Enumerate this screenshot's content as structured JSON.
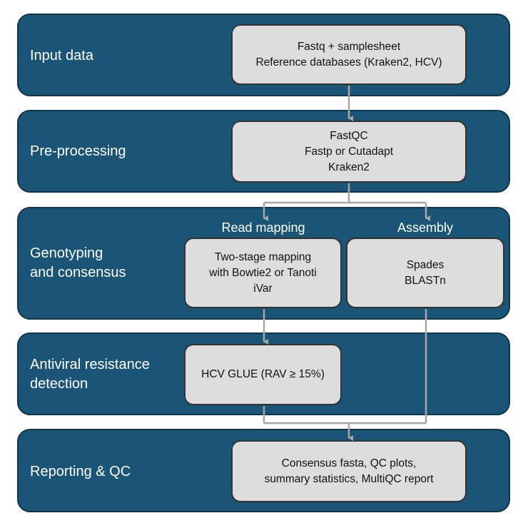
{
  "stages": {
    "input": {
      "label": "Input data",
      "box": "Fastq + samplesheet\nReference databases (Kraken2, HCV)"
    },
    "preprocessing": {
      "label": "Pre-processing",
      "box": "FastQC\nFastp or Cutadapt\nKraken2"
    },
    "genotyping": {
      "label": "Genotyping\nand consensus",
      "read_mapping": {
        "heading": "Read mapping",
        "box": "Two-stage mapping\nwith Bowtie2 or Tanoti\niVar"
      },
      "assembly": {
        "heading": "Assembly",
        "box": "Spades\nBLASTn"
      }
    },
    "resistance": {
      "label": "Antiviral resistance\ndetection",
      "box": "HCV GLUE (RAV ≥ 15%)"
    },
    "reporting": {
      "label": "Reporting & QC",
      "box": "Consensus fasta, QC plots,\nsummary statistics, MultiQC report"
    }
  },
  "colors": {
    "stage_fill": "#1a5577",
    "stage_border": "#10354b",
    "box_fill": "#dddddd",
    "connector": "#a6a6a6"
  }
}
